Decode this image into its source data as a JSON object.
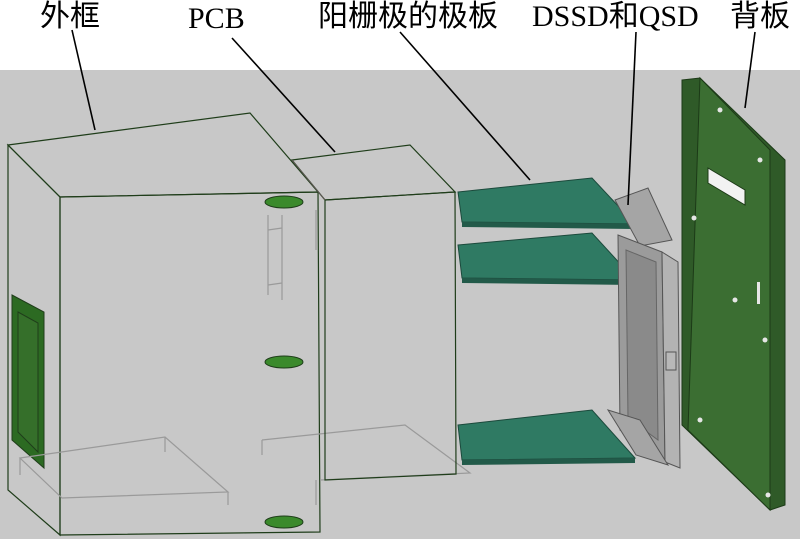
{
  "labels": {
    "outer_frame": "外框",
    "pcb": "PCB",
    "anode_grid_plates": "阳栅极的极板",
    "dssd_qsd": "DSSD和QSD",
    "back_plate": "背板"
  },
  "colors": {
    "background_gray": "#c8c8c8",
    "frame_green": "#4fae3a",
    "frame_green_side": "#3d8d2c",
    "frame_green_top": "#3f8a2f",
    "pcb_gray": "#a39c97",
    "pcb_gray_top": "#8a8380",
    "plate_teal": "#2f7a63",
    "detector_gray": "#9b9b9b",
    "back_plate_green": "#3b6e32",
    "back_plate_side": "#2f5a28"
  }
}
